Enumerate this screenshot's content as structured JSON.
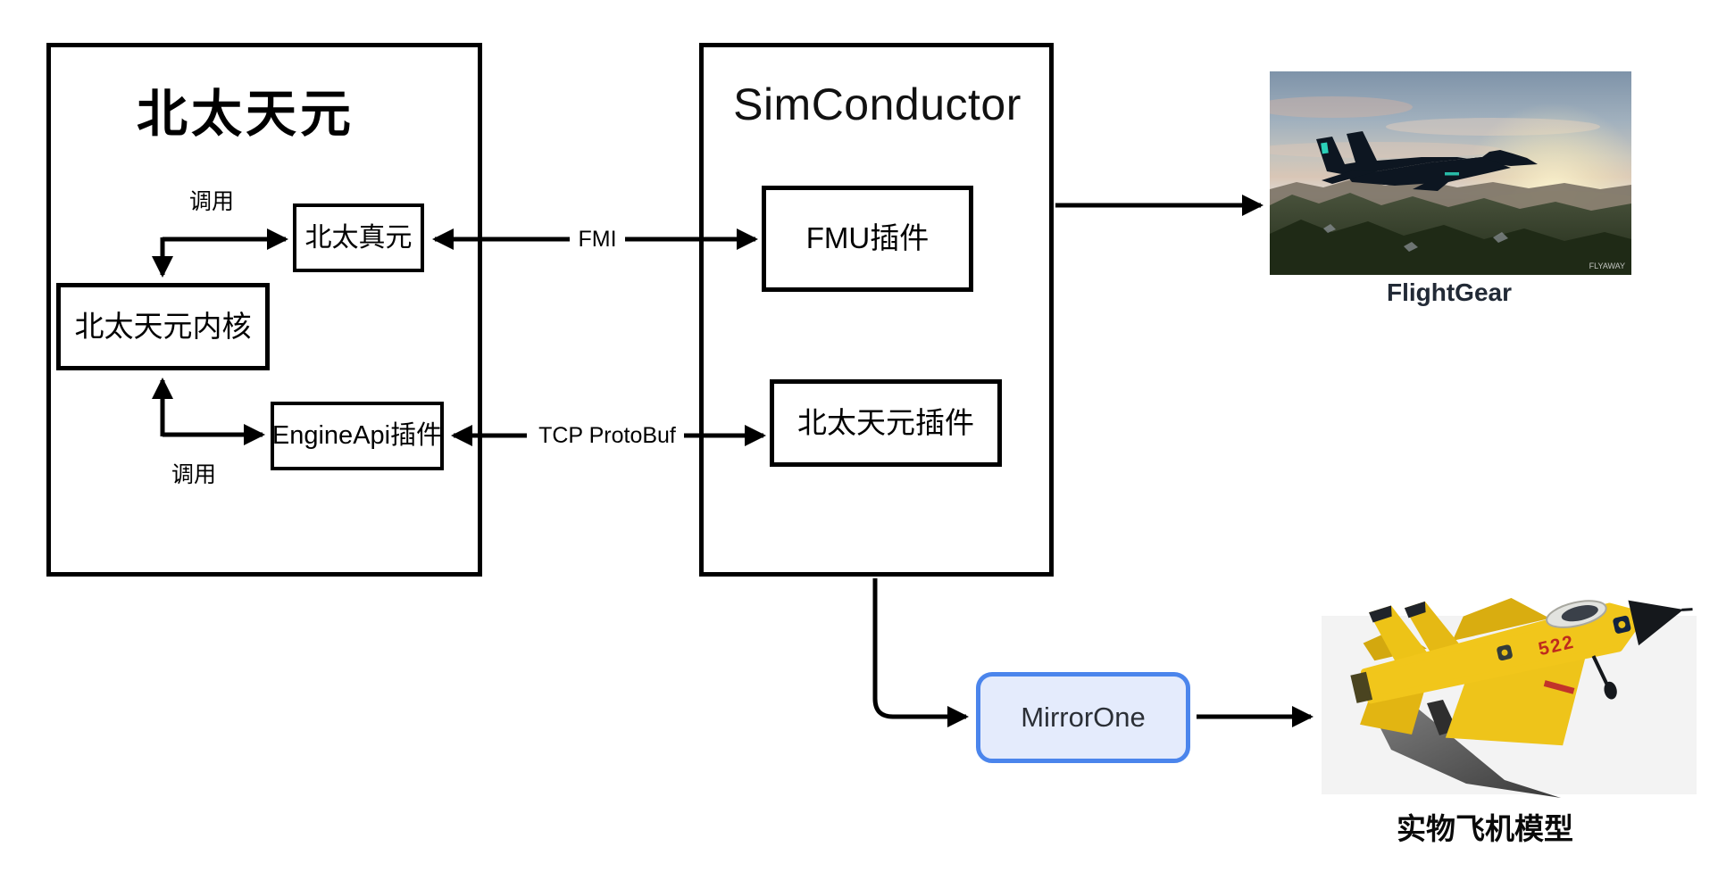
{
  "diagram": {
    "beitai": {
      "title": "北太天元",
      "call_top": "调用",
      "call_bottom": "调用",
      "node_zhenyuan": "北太真元",
      "node_kernel": "北太天元内核",
      "node_engineapi": "EngineApi插件"
    },
    "simconductor": {
      "title": "SimConductor",
      "node_fmu": "FMU插件",
      "node_plugin": "北太天元插件"
    },
    "links": {
      "fmi": "FMI",
      "tcp": "TCP ProtoBuf"
    },
    "mirrorone": {
      "label": "MirrorOne"
    },
    "flightgear": {
      "caption": "FlightGear",
      "watermark": "FLYAWAY"
    },
    "model": {
      "caption": "实物飞机模型",
      "tail_number": "522"
    }
  },
  "colors": {
    "stroke": "#000000",
    "mirrorone_border": "#4b85ec",
    "mirrorone_fill": "#e4ebfc",
    "flightgear_caption": "#222a36",
    "model_yellow": "#efc319",
    "tail_number_red": "#bf2b1d"
  }
}
